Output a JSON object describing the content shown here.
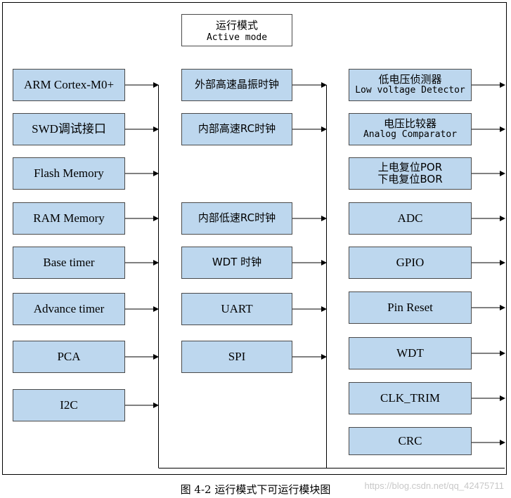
{
  "title": {
    "cn": "运行模式",
    "en": "Active mode"
  },
  "left_column": [
    {
      "label": "ARM Cortex-M0+"
    },
    {
      "label": "SWD调试接口"
    },
    {
      "label": "Flash Memory"
    },
    {
      "label": "RAM Memory"
    },
    {
      "label": "Base timer"
    },
    {
      "label": "Advance timer"
    },
    {
      "label": "PCA"
    },
    {
      "label": "I2C"
    }
  ],
  "middle_column": [
    {
      "label": "外部高速晶振时钟"
    },
    {
      "label": "内部高速RC时钟"
    },
    {
      "label": "内部低速RC时钟"
    },
    {
      "label": "WDT 时钟"
    },
    {
      "label": "UART"
    },
    {
      "label": "SPI"
    }
  ],
  "right_column": [
    {
      "label": "低电压侦测器",
      "sub": "Low voltage Detector"
    },
    {
      "label": "电压比较器",
      "sub": "Analog Comparator"
    },
    {
      "label": "上电复位POR",
      "sub": "下电复位BOR"
    },
    {
      "label": "ADC"
    },
    {
      "label": "GPIO"
    },
    {
      "label": "Pin Reset"
    },
    {
      "label": "WDT"
    },
    {
      "label": "CLK_TRIM"
    },
    {
      "label": "CRC"
    }
  ],
  "caption": "图 4-2   运行模式下可运行模块图",
  "watermark": "https://blog.csdn.net/qq_42475711",
  "colors": {
    "box_fill": "#bdd7ee",
    "box_border": "#4a4a4a",
    "line": "#000000"
  }
}
